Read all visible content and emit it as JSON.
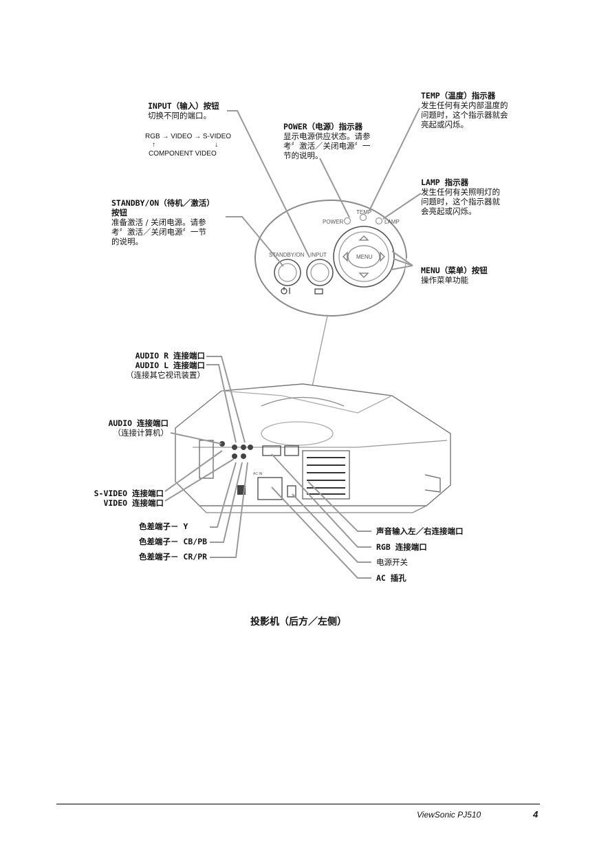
{
  "labels": {
    "input": {
      "title": "INPUT（输入）按钮",
      "desc": "切换不同的端口。"
    },
    "input_sequence": {
      "line1": "RGB → VIDEO → S-VIDEO",
      "line2a": "↑",
      "line2b": "↓",
      "line3": "COMPONENT VIDEO"
    },
    "power": {
      "title": "POWER（电源）指示器",
      "desc1": "显示电源供应状态。请参",
      "desc2": "考〞激活／关闭电源〞一",
      "desc3": "节的说明。"
    },
    "temp": {
      "title": "TEMP（温度）指示器",
      "desc1": "发生任何有关内部温度的",
      "desc2": "问题时，这个指示器就会",
      "desc3": "亮起或闪烁。"
    },
    "lamp": {
      "title": "LAMP 指示器",
      "desc1": "发生任何有关照明灯的",
      "desc2": "问题时，这个指示器就",
      "desc3": "会亮起或闪烁。"
    },
    "standby": {
      "title1": "STANDBY/ON（待机／激活）",
      "title2": "按钮",
      "desc1": "准备激活 / 关闭电源。请参",
      "desc2": "考〞激活／关闭电源〞一节",
      "desc3": "的说明。"
    },
    "menu": {
      "title": "MENU（菜单）按钮",
      "desc": "操作菜单功能"
    },
    "audio_r": "AUDIO R 连接端口",
    "audio_l": "AUDIO L 连接端口",
    "audio_rl_note": "（连接其它视讯装置）",
    "audio": "AUDIO 连接端口",
    "audio_note": "（连接计算机）",
    "svideo": "S-VIDEO 连接端口",
    "video": "VIDEO 连接端口",
    "comp_y": "色差端子－ Y",
    "comp_cb": "色差端子－ CB/PB",
    "comp_cr": "色差端子－ CR/PR",
    "audio_in_lr": "声音输入左／右连接端口",
    "rgb": "RGB 连接端口",
    "power_switch": "电源开关",
    "ac": "AC 插孔"
  },
  "panel_text": {
    "power": "POWER",
    "temp": "TEMP",
    "lamp": "LAMP",
    "standby": "STANDBY/ON",
    "input": "INPUT",
    "menu": "MENU",
    "ac_in": "AC IN"
  },
  "caption": "投影机（后方／左侧）",
  "footer": {
    "brand": "ViewSonic  PJ510",
    "page": "4"
  }
}
